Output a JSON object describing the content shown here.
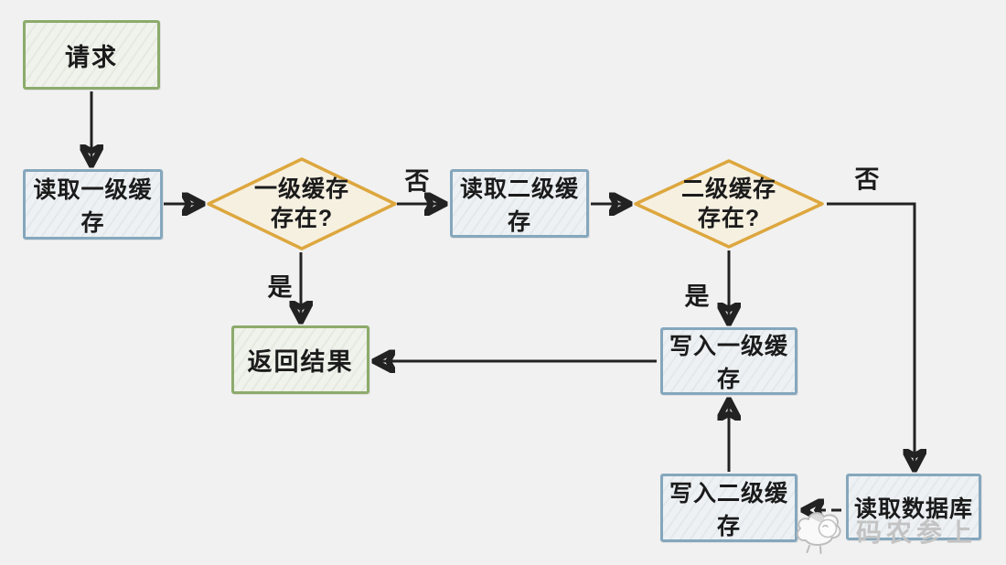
{
  "theme": {
    "canvas_bg": "#f1f1f1",
    "green_border": "#8cab6c",
    "green_fill": "#f0f2ec",
    "blue_border": "#85a7bd",
    "blue_fill": "#edf1f3",
    "orange_border": "#dda73e",
    "orange_fill": "#f6f0e1",
    "arrow_color": "#222222",
    "text_color": "#1b1b1b",
    "watermark_color": "#c3c3c3"
  },
  "nodes": {
    "request": {
      "label": "请求",
      "type": "start"
    },
    "read_l1_cache": {
      "label": "读取一级缓存",
      "type": "process"
    },
    "l1_cache_exists": {
      "label": "一级缓存\n存在?",
      "type": "decision"
    },
    "read_l2_cache": {
      "label": "读取二级缓存",
      "type": "process"
    },
    "l2_cache_exists": {
      "label": "二级缓存\n存在?",
      "type": "decision"
    },
    "return_result": {
      "label": "返回结果",
      "type": "end"
    },
    "write_l1_cache": {
      "label": "写入一级缓存",
      "type": "process"
    },
    "write_l2_cache": {
      "label": "写入二级缓存",
      "type": "process"
    },
    "read_database": {
      "label": "读取数据库",
      "type": "process"
    }
  },
  "edge_labels": {
    "l1_no": "否",
    "l1_yes": "是",
    "l2_no": "否",
    "l2_yes": "是"
  },
  "watermark": {
    "text": "码农参上",
    "icon": "sheep-doodle-icon"
  }
}
